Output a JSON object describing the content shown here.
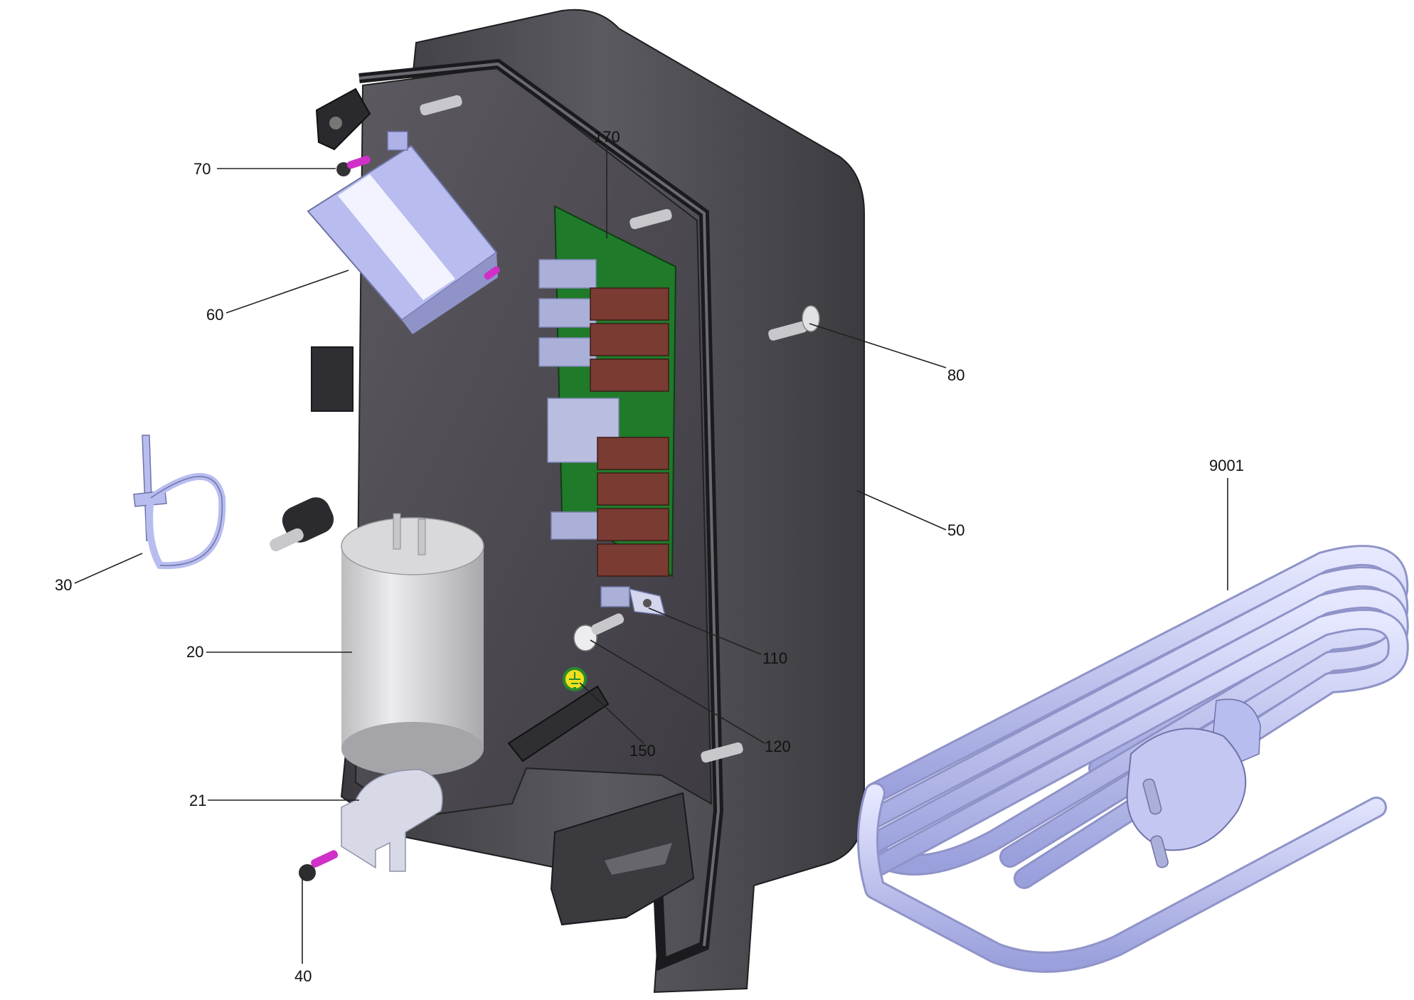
{
  "colors": {
    "housing": "#505055",
    "housing_dark": "#2f2f33",
    "pcb": "#1f7a2a",
    "relay": "#7a3b33",
    "connector": "#aab0d8",
    "cable": "#b8bdf0",
    "capacitor": "#cfcfd2",
    "screw_accent": "#d030c8"
  },
  "parts": [
    {
      "id": "label-20",
      "text": "20"
    },
    {
      "id": "label-21",
      "text": "21"
    },
    {
      "id": "label-30",
      "text": "30"
    },
    {
      "id": "label-40",
      "text": "40"
    },
    {
      "id": "label-50",
      "text": "50"
    },
    {
      "id": "label-60",
      "text": "60"
    },
    {
      "id": "label-70",
      "text": "70"
    },
    {
      "id": "label-80",
      "text": "80"
    },
    {
      "id": "label-110",
      "text": "110"
    },
    {
      "id": "label-120",
      "text": "120"
    },
    {
      "id": "label-150",
      "text": "150"
    },
    {
      "id": "label-170",
      "text": "170"
    },
    {
      "id": "label-9001",
      "text": "9001"
    }
  ]
}
